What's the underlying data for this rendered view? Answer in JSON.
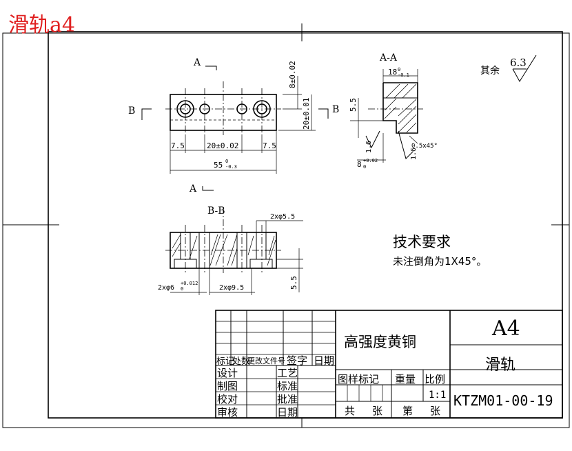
{
  "title": "滑轨a4",
  "title_color": "#e02020",
  "views": {
    "front": {
      "section_a_top": "A",
      "section_a_bottom": "A",
      "section_b_left": "B",
      "section_b_right": "B",
      "dim_8": "8±0.02",
      "dim_20v": "20±0.01",
      "dim_75_left": "7.5",
      "dim_20h": "20±0.02",
      "dim_75_right": "7.5",
      "dim_55": "55",
      "dim_55_tol_top": "0",
      "dim_55_tol_bottom": "-0.3"
    },
    "section_aa": {
      "label": "A-A",
      "dim_18": "18",
      "dim_18_tol_top": "0",
      "dim_18_tol_bottom": "-0.1",
      "dim_55": "5.5",
      "dim_16a": "1.6",
      "dim_16b": "1.6",
      "chamfer": "0.5x45°",
      "dim_8": "8",
      "dim_8_tol_top": "+0.02",
      "dim_8_tol_bottom": "0"
    },
    "section_bb": {
      "label": "B-B",
      "holes_55": "2xφ5.5",
      "holes_6": "2xφ6",
      "holes_6_tol_top": "+0.012",
      "holes_6_tol_bottom": "0",
      "holes_95": "2xφ9.5",
      "dim_55": "5.5"
    }
  },
  "roughness": {
    "prefix": "其余",
    "value": "6.3"
  },
  "requirements": {
    "heading": "技术要求",
    "line1": "未注倒角为1X45°。"
  },
  "title_block": {
    "material": "高强度黄铜",
    "format": "A4",
    "part_name": "滑轨",
    "drawing_no": "KTZM01-00-19",
    "header_cols": [
      "标记",
      "处数",
      "更改文件号",
      "签字",
      "日期"
    ],
    "rows_left": [
      "设计",
      "制图",
      "校对",
      "审核"
    ],
    "rows_mid": [
      "工艺",
      "标准",
      "批准",
      "日期"
    ],
    "labels": {
      "pattern_mark": "图样标记",
      "weight": "重量",
      "scale": "比例",
      "scale_value": "1:1",
      "total": "共",
      "sheets1": "张",
      "page": "第",
      "sheets2": "张"
    }
  }
}
